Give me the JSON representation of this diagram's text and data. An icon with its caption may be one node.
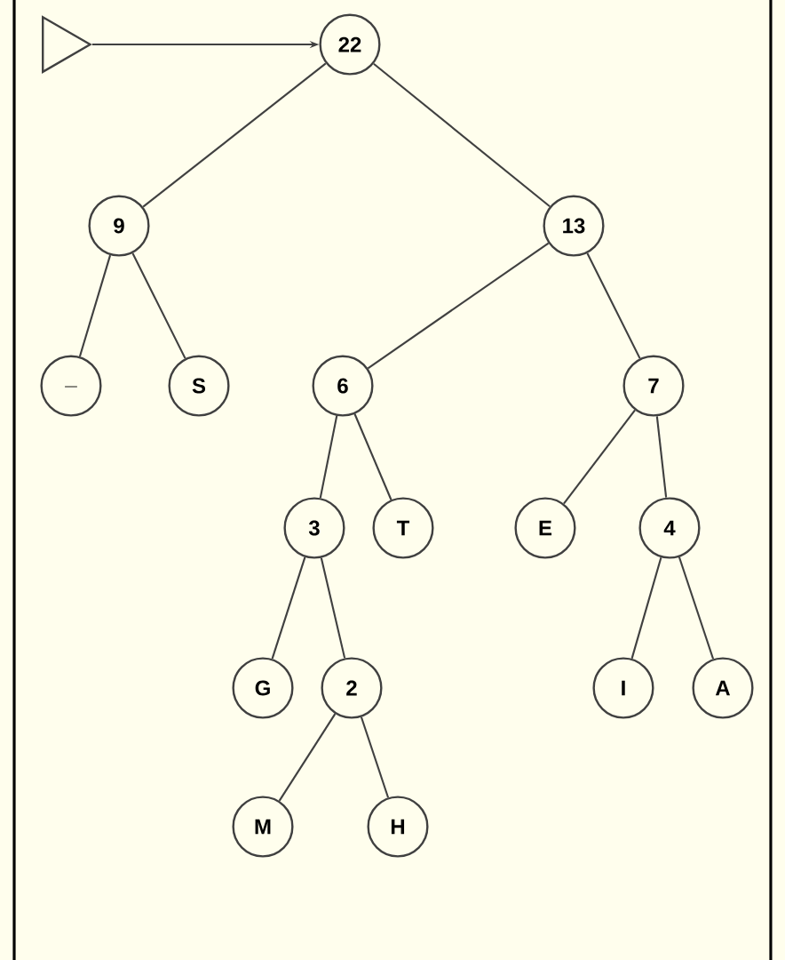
{
  "diagram": {
    "nodes": [
      {
        "text": [],
        "shape": "triangle"
      },
      {
        "text": [
          "22"
        ]
      },
      {
        "text": [
          "9"
        ]
      },
      {
        "text": [
          "13"
        ]
      },
      {
        "text": [
          "_"
        ]
      },
      {
        "text": [
          "S"
        ]
      },
      {
        "text": [
          "6"
        ]
      },
      {
        "text": [
          "7"
        ]
      },
      {
        "text": [
          "3"
        ]
      },
      {
        "text": [
          "T"
        ]
      },
      {
        "text": [
          "E"
        ]
      },
      {
        "text": [
          "4"
        ]
      },
      {
        "text": [
          "G"
        ]
      },
      {
        "text": [
          "2"
        ]
      },
      {
        "text": [
          "I"
        ]
      },
      {
        "text": [
          "A"
        ]
      },
      {
        "text": [
          "M"
        ]
      },
      {
        "text": [
          "H"
        ]
      }
    ],
    "edges": [
      {
        "from": 0,
        "to": 1,
        "arrow": "to"
      },
      {
        "from": 1,
        "to": 2,
        "arrow": "none"
      },
      {
        "from": 1,
        "to": 3,
        "arrow": "none"
      },
      {
        "from": 2,
        "to": 4,
        "arrow": "none"
      },
      {
        "from": 2,
        "to": 5,
        "arrow": "none"
      },
      {
        "from": 3,
        "to": 6,
        "arrow": "none"
      },
      {
        "from": 3,
        "to": 7,
        "arrow": "none"
      },
      {
        "from": 6,
        "to": 8,
        "arrow": "none"
      },
      {
        "from": 6,
        "to": 9,
        "arrow": "none"
      },
      {
        "from": 7,
        "to": 10,
        "arrow": "none"
      },
      {
        "from": 7,
        "to": 11,
        "arrow": "none"
      },
      {
        "from": 8,
        "to": 12,
        "arrow": "none"
      },
      {
        "from": 8,
        "to": 13,
        "arrow": "none"
      },
      {
        "from": 11,
        "to": 14,
        "arrow": "none"
      },
      {
        "from": 11,
        "to": 15,
        "arrow": "none"
      },
      {
        "from": 13,
        "to": 16,
        "arrow": "none"
      },
      {
        "from": 13,
        "to": 17,
        "arrow": "none"
      }
    ]
  }
}
